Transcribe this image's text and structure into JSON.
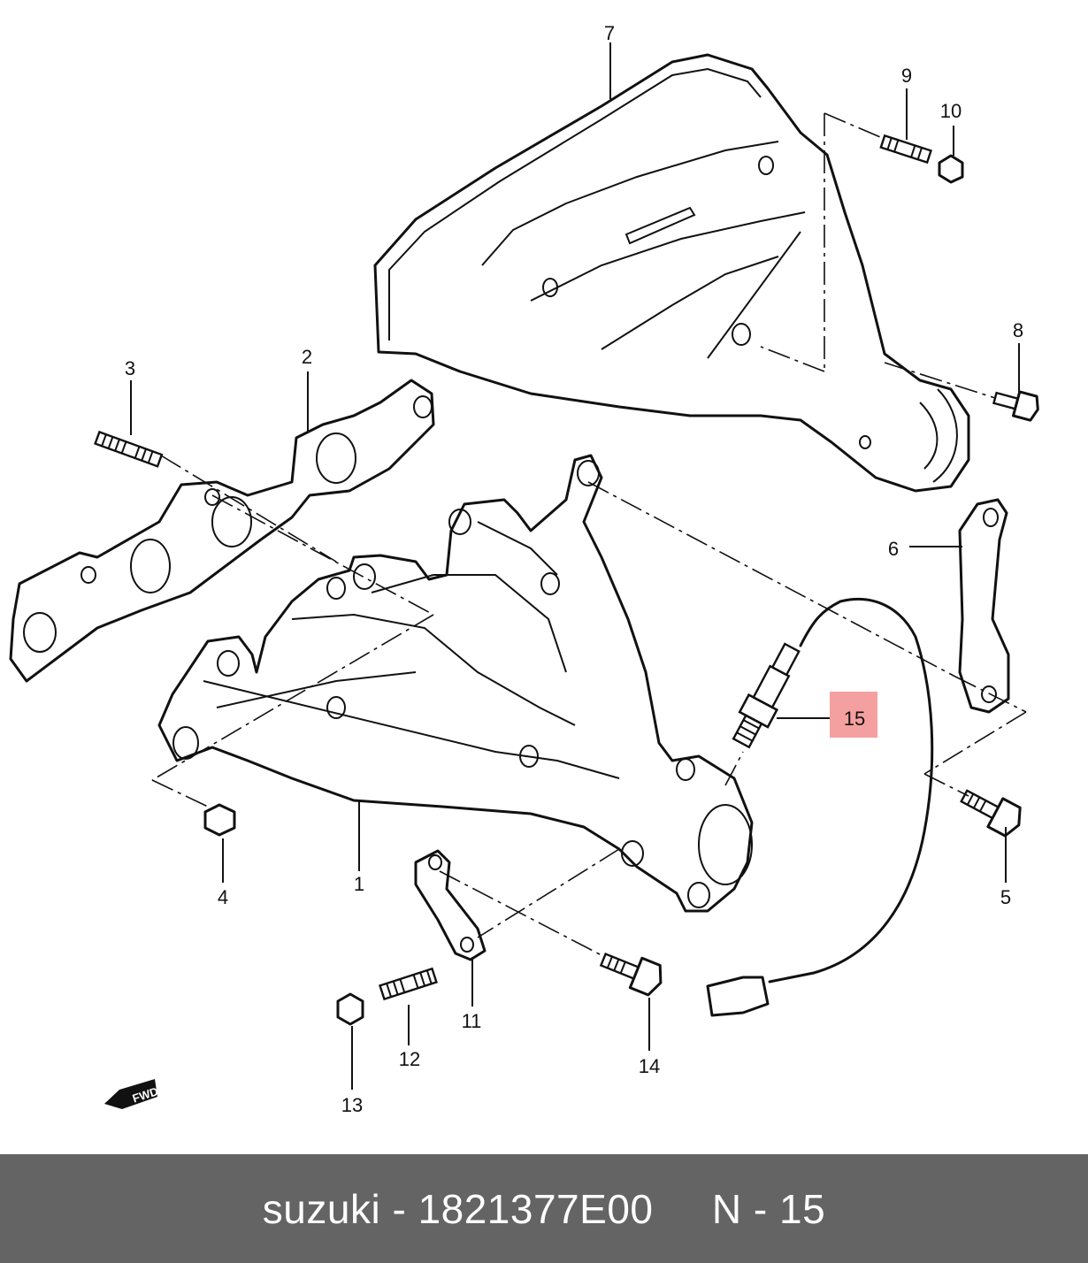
{
  "diagram": {
    "callouts": [
      {
        "id": "1",
        "label": "1"
      },
      {
        "id": "2",
        "label": "2"
      },
      {
        "id": "3",
        "label": "3"
      },
      {
        "id": "4",
        "label": "4"
      },
      {
        "id": "5",
        "label": "5"
      },
      {
        "id": "6",
        "label": "6"
      },
      {
        "id": "7",
        "label": "7"
      },
      {
        "id": "8",
        "label": "8"
      },
      {
        "id": "9",
        "label": "9"
      },
      {
        "id": "10",
        "label": "10"
      },
      {
        "id": "11",
        "label": "11"
      },
      {
        "id": "12",
        "label": "12"
      },
      {
        "id": "13",
        "label": "13"
      },
      {
        "id": "14",
        "label": "14"
      },
      {
        "id": "15",
        "label": "15",
        "highlighted": true
      }
    ],
    "fwd_label": "FWD",
    "highlight_color": "#f4a0a0"
  },
  "footer": {
    "brand": "suzuki",
    "separator": "-",
    "part_number": "1821377E00",
    "ref_prefix": "N",
    "ref_separator": "-",
    "ref_number": "15",
    "background_color": "#646464"
  }
}
